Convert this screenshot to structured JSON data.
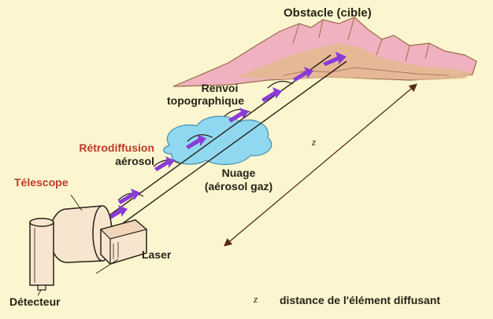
{
  "labels": {
    "obstacle": "Obstacle (cible)",
    "renvoi_line1": "Renvoi",
    "renvoi_line2": "topographique",
    "retro_line1": "Rétrodiffusion",
    "retro_line2": "aérosol",
    "nuage_line1": "Nuage",
    "nuage_line2": "(aérosol gaz)",
    "telescope": "Télescope",
    "laser": "Laser",
    "detecteur": "Détecteur",
    "z_symbol": "z",
    "legend_symbol": "z",
    "legend_text": "distance de l'élément diffusant"
  },
  "colors": {
    "background": "#fbf6cf",
    "beam_arrow": "#8a3ad8",
    "cloud": "#8fd8f0",
    "mountain_pink": "#f0b2c0",
    "mountain_tan": "#e3b88e",
    "red_label": "#c0392b",
    "dark_label": "#2a2118"
  }
}
